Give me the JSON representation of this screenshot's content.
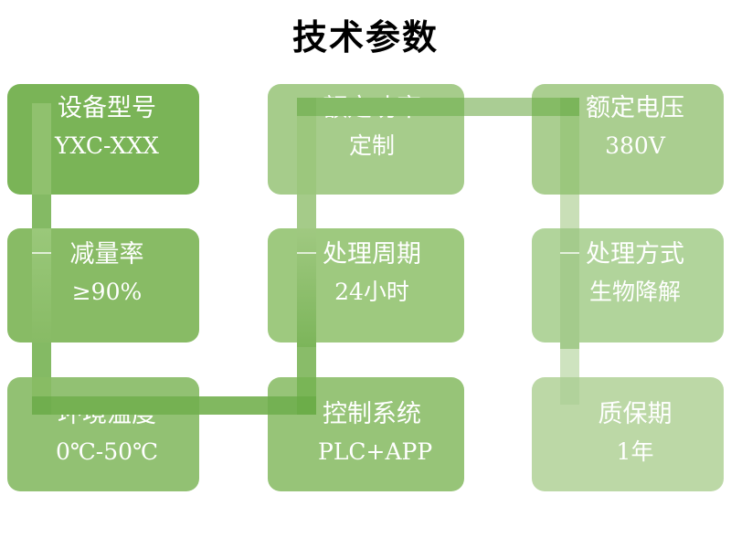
{
  "title": "技术参数",
  "diagram": {
    "type": "bending-process",
    "items": [
      {
        "label": "设备型号",
        "value": "YXC-XXX",
        "color": "#7ab457",
        "col": 0,
        "row": 0
      },
      {
        "label": "减量率",
        "value": "≥90%",
        "color": "#88bb65",
        "col": 0,
        "row": 1
      },
      {
        "label": "环境温度",
        "value": "0℃-50℃",
        "color": "#92c173",
        "col": 0,
        "row": 2
      },
      {
        "label": "控制系统",
        "value": "PLC+APP",
        "color": "#97c478",
        "col": 1,
        "row": 2
      },
      {
        "label": "处理周期",
        "value": "24小时",
        "color": "#9ec97f",
        "col": 1,
        "row": 1
      },
      {
        "label": "额定功率",
        "value": "定制",
        "color": "#a6cc8b",
        "col": 1,
        "row": 0
      },
      {
        "label": "额定电压",
        "value": "380V",
        "color": "#aace90",
        "col": 2,
        "row": 0
      },
      {
        "label": "处理方式",
        "value": "生物降解",
        "color": "#b1d49b",
        "col": 2,
        "row": 1
      },
      {
        "label": "质保期",
        "value": "1年",
        "color": "#bcd8a6",
        "col": 2,
        "row": 2
      }
    ]
  }
}
